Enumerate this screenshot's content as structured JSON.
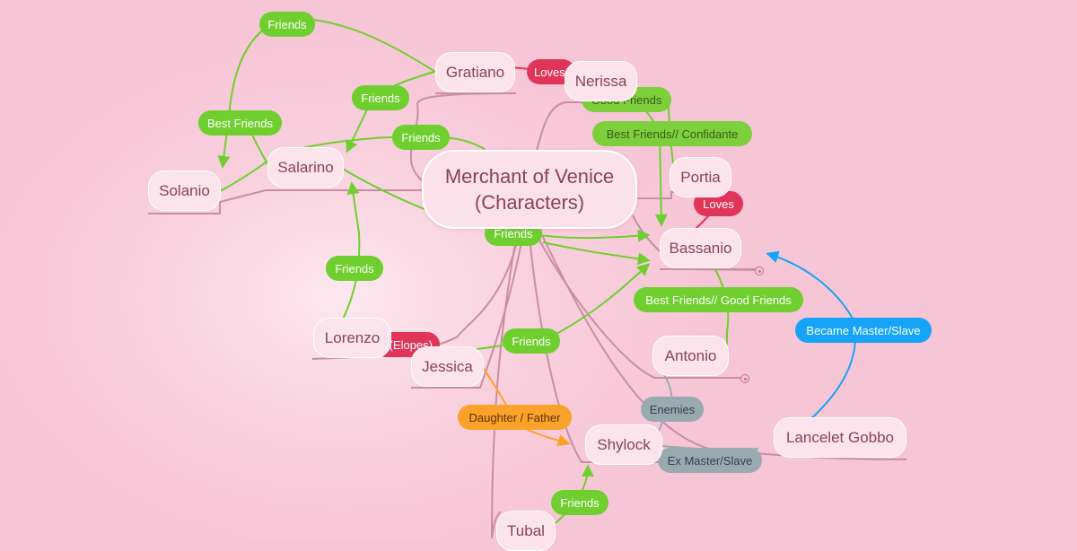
{
  "central": "Merchant of Venice\n(Characters)",
  "characters": {
    "gratiano": "Gratiano",
    "nerissa": "Nerissa",
    "salarino": "Salarino",
    "solanio": "Solanio",
    "portia": "Portia",
    "bassanio": "Bassanio",
    "antonio": "Antonio",
    "lorenzo": "Lorenzo",
    "jessica": "Jessica",
    "shylock": "Shylock",
    "lancelet": "Lancelet Gobbo",
    "tubal": "Tubal"
  },
  "relations": {
    "friends_top": "Friends",
    "best_friends_left": "Best Friends",
    "friends_gratiano": "Friends",
    "friends_salarino": "Friends",
    "loves_gratiano": "Loves",
    "good_friends": "Good Friends",
    "confidante": "Best Friends// Confidante",
    "loves_portia": "Loves",
    "friends_center": "Friends",
    "friends_lorenzo": "Friends",
    "elopes": "(Elopes)",
    "friends_jessica": "Friends",
    "best_good_friends": "Best Friends// Good Friends",
    "became_master": "Became Master/Slave",
    "enemies": "Enemies",
    "daughter_father": "Daughter / Father",
    "ex_master": "Ex Master/Slave",
    "friends_tubal": "Friends"
  },
  "colors": {
    "background": "#f7c6d6",
    "node_fill": "#fbe4ec",
    "node_text": "#8a4258",
    "branch_line": "#c98ea2",
    "friends_green": "#6fcf2f",
    "loves_red": "#e03558",
    "daughter_orange": "#fba22a",
    "enemies_grey": "#98a9b0",
    "master_blue": "#15a4f8"
  }
}
